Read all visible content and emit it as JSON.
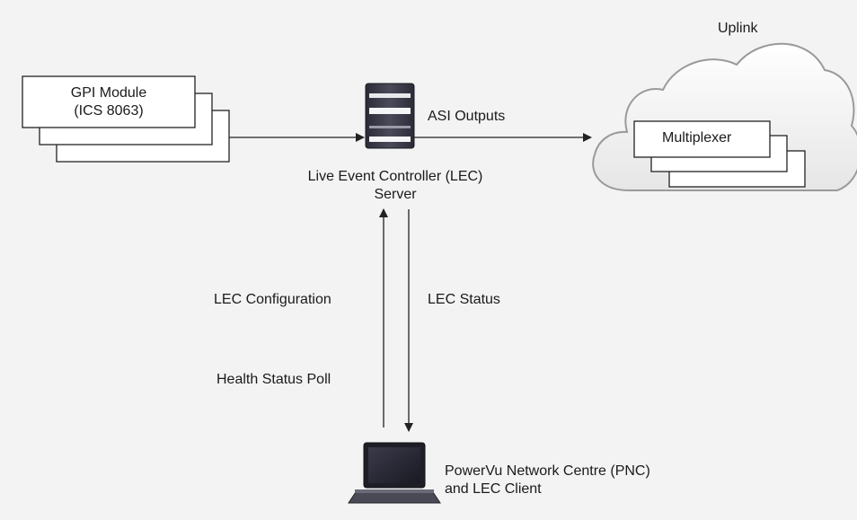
{
  "gpi": {
    "line1": "GPI Module",
    "line2": "(ICS 8063)"
  },
  "lec": {
    "asi_outputs": "ASI Outputs",
    "name_line1": "Live Event Controller (LEC)",
    "name_line2": "Server"
  },
  "uplink": {
    "label": "Uplink",
    "multiplexer": "Multiplexer"
  },
  "links": {
    "lec_configuration": "LEC Configuration",
    "lec_status": "LEC Status",
    "health_status_poll": "Health Status Poll"
  },
  "pnc": {
    "line1": "PowerVu Network Centre (PNC)",
    "line2": "and LEC Client"
  },
  "icons": [
    "server-icon",
    "cloud-icon",
    "laptop-icon"
  ]
}
